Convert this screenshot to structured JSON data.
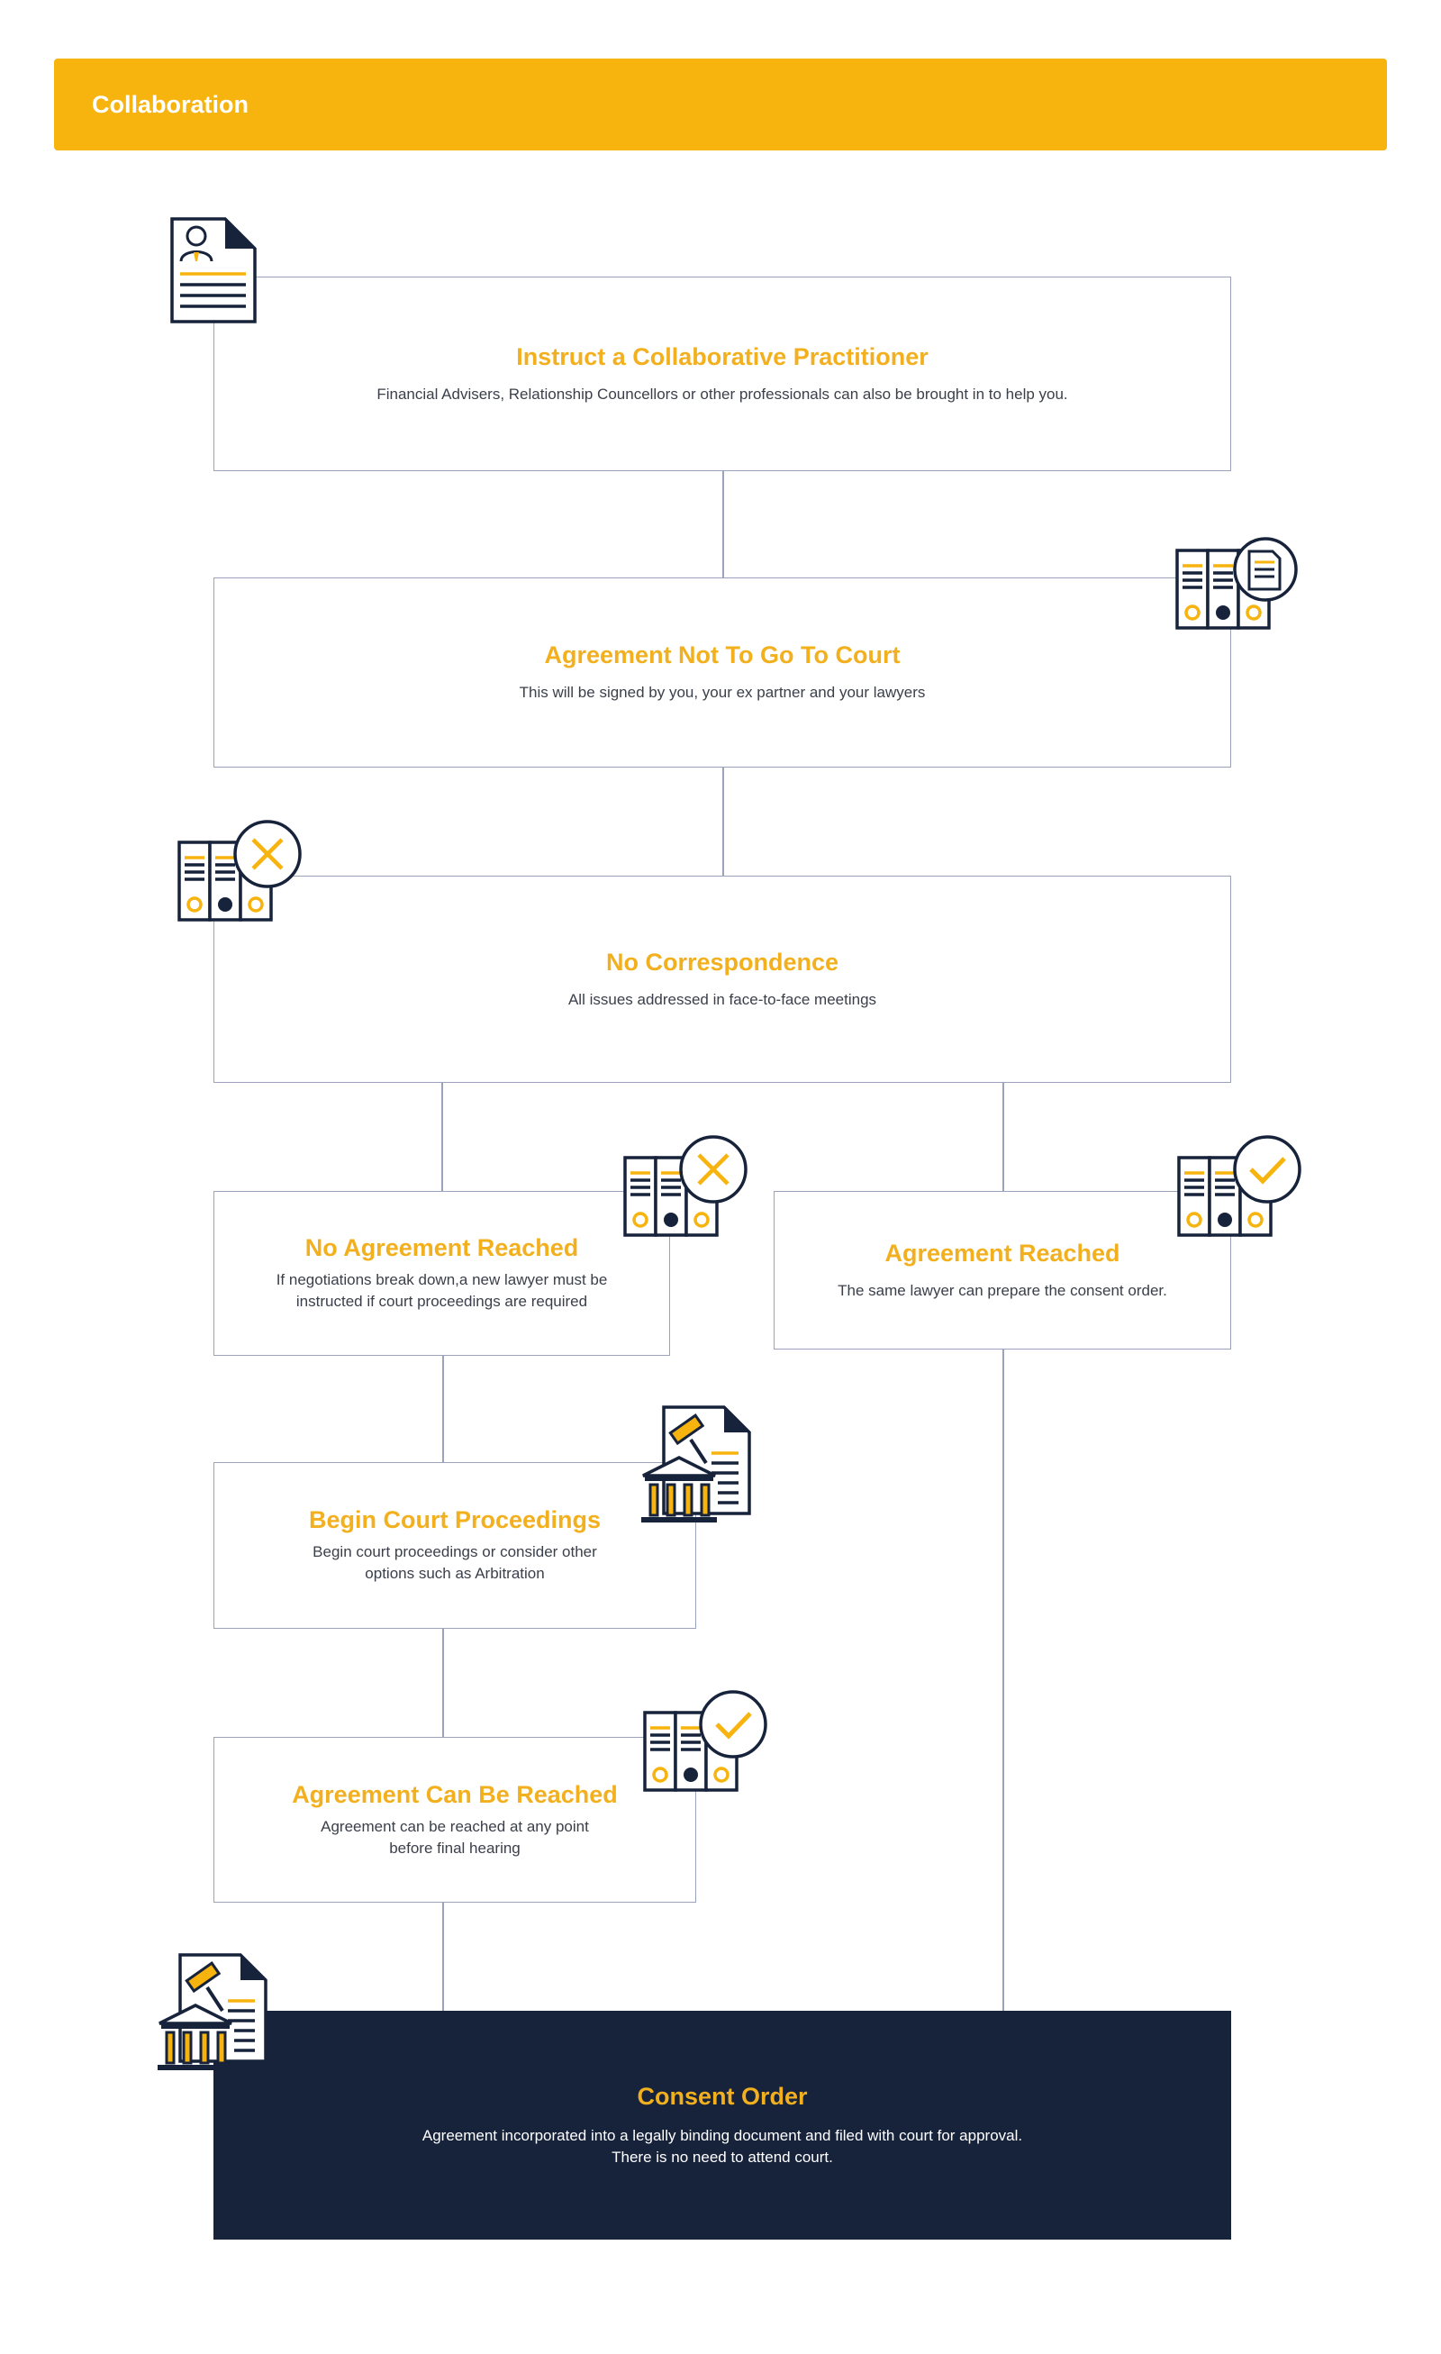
{
  "header": {
    "title": "Collaboration"
  },
  "nodes": {
    "instruct": {
      "title": "Instruct a Collaborative Practitioner",
      "desc": "Financial Advisers, Relationship Councellors or other professionals can also be brought in to help you."
    },
    "agreement_not_court": {
      "title": "Agreement Not To Go To Court",
      "desc": "This will be signed by you, your ex partner and your lawyers"
    },
    "no_correspondence": {
      "title": "No Correspondence",
      "desc": "All issues addressed in face-to-face meetings"
    },
    "no_agreement": {
      "title": "No Agreement Reached",
      "desc_line1": "If negotiations break down,a new lawyer must be",
      "desc_line2": "instructed if court proceedings are required"
    },
    "agreement_reached": {
      "title": "Agreement Reached",
      "desc": "The same lawyer can prepare the consent order."
    },
    "begin_court": {
      "title": "Begin Court Proceedings",
      "desc_line1": "Begin court proceedings or consider other",
      "desc_line2": "options such as Arbitration"
    },
    "agreement_can_be": {
      "title": "Agreement Can Be Reached",
      "desc_line1": "Agreement can be reached at any point",
      "desc_line2": "before final hearing"
    },
    "consent_order": {
      "title": "Consent Order",
      "desc_line1": "Agreement incorporated into a legally binding document and filed with court for approval.",
      "desc_line2": "There is no need to attend court."
    }
  },
  "icons": {
    "instruct": "cv-document-icon",
    "agreement_not_court": "binders-document-icon",
    "no_correspondence": "binders-cross-icon",
    "no_agreement": "binders-cross-icon",
    "agreement_reached": "binders-check-icon",
    "begin_court": "court-document-icon",
    "agreement_can_be": "binders-check-icon",
    "consent_order": "court-document-icon"
  },
  "colors": {
    "accent": "#F7B30E",
    "title": "#F2B01F",
    "navy": "#17223B",
    "border": "#9aa3bb",
    "text": "#3a3f4a"
  }
}
